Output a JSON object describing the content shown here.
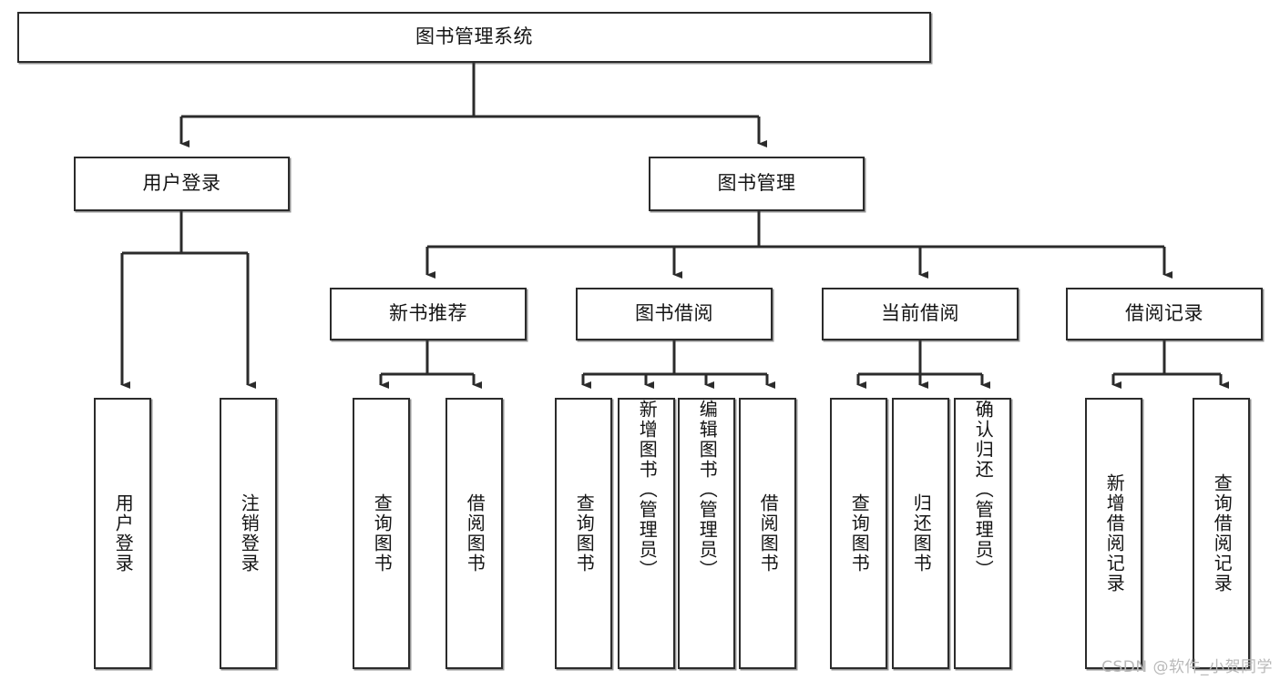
{
  "diagram": {
    "title": "图书管理系统",
    "type": "tree-hierarchy-diagram",
    "watermark": "CSDN @软件_小贺同学",
    "colors": {
      "box_border": "#2b2b2b",
      "box_fill": "#ffffff",
      "edge": "#2b2b2b",
      "text": "#141414",
      "watermark": "#b9b9b9"
    },
    "root": {
      "label": "图书管理系统"
    },
    "level2": [
      {
        "id": "user-login",
        "label": "用户登录"
      },
      {
        "id": "book-manage",
        "label": "图书管理"
      }
    ],
    "level3": [
      {
        "id": "new-book-recommend",
        "label": "新书推荐"
      },
      {
        "id": "book-borrow",
        "label": "图书借阅"
      },
      {
        "id": "current-borrow",
        "label": "当前借阅"
      },
      {
        "id": "borrow-record",
        "label": "借阅记录"
      }
    ],
    "leaves": {
      "user_login": [
        {
          "id": "leaf-user-login",
          "label": "用户登录"
        },
        {
          "id": "leaf-logout-login",
          "label": "注销登录"
        }
      ],
      "new_book_recommend": [
        {
          "id": "leaf-query-book-1",
          "label": "查询图书"
        },
        {
          "id": "leaf-borrow-book-1",
          "label": "借阅图书"
        }
      ],
      "book_borrow": [
        {
          "id": "leaf-query-book-2",
          "label": "查询图书"
        },
        {
          "id": "leaf-add-book",
          "label": "新增图书（管理员）"
        },
        {
          "id": "leaf-edit-book",
          "label": "编辑图书（管理员）"
        },
        {
          "id": "leaf-borrow-book-2",
          "label": "借阅图书"
        }
      ],
      "current_borrow": [
        {
          "id": "leaf-query-book-3",
          "label": "查询图书"
        },
        {
          "id": "leaf-return-book",
          "label": "归还图书"
        },
        {
          "id": "leaf-confirm-return",
          "label": "确认归还（管理员）"
        }
      ],
      "borrow_record": [
        {
          "id": "leaf-add-record",
          "label": "新增借阅记录"
        },
        {
          "id": "leaf-query-record",
          "label": "查询借阅记录"
        }
      ]
    }
  }
}
